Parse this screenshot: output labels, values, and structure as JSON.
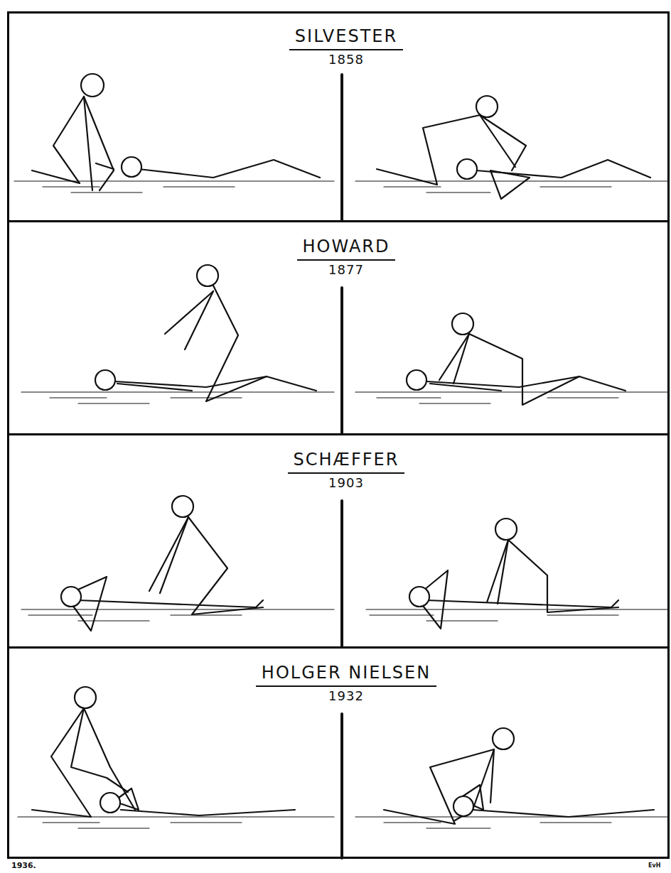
{
  "diagram": {
    "nodes": [
      {
        "text": [
          "SILVESTER",
          "1858"
        ]
      },
      {
        "text": [
          "HOWARD",
          "1877"
        ]
      },
      {
        "text": [
          "SCHÆFFER",
          "1903"
        ]
      },
      {
        "text": [
          "HOLGER NIELSEN",
          "1932"
        ]
      }
    ],
    "labels": [
      "1936.",
      "EvH"
    ]
  }
}
